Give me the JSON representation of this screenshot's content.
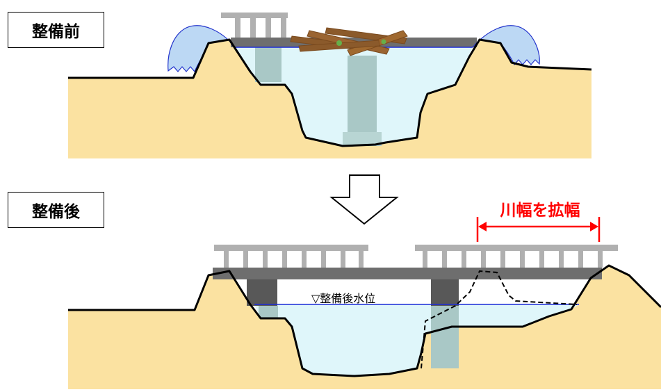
{
  "labels": {
    "before": "整備前",
    "after": "整備後",
    "widening": "川幅を拡幅",
    "water_level": "▽整備後水位"
  },
  "colors": {
    "ground": "#fbe2a1",
    "water": "#dff6fa",
    "pier": "#a9c8c6",
    "bridge_deck": "#6e6e6e",
    "railing": "#b0b0b0",
    "debris": "#8b5a2b",
    "overflow": "#2233cc",
    "water_line": "#1a2ad8",
    "callout": "#ff0000"
  }
}
